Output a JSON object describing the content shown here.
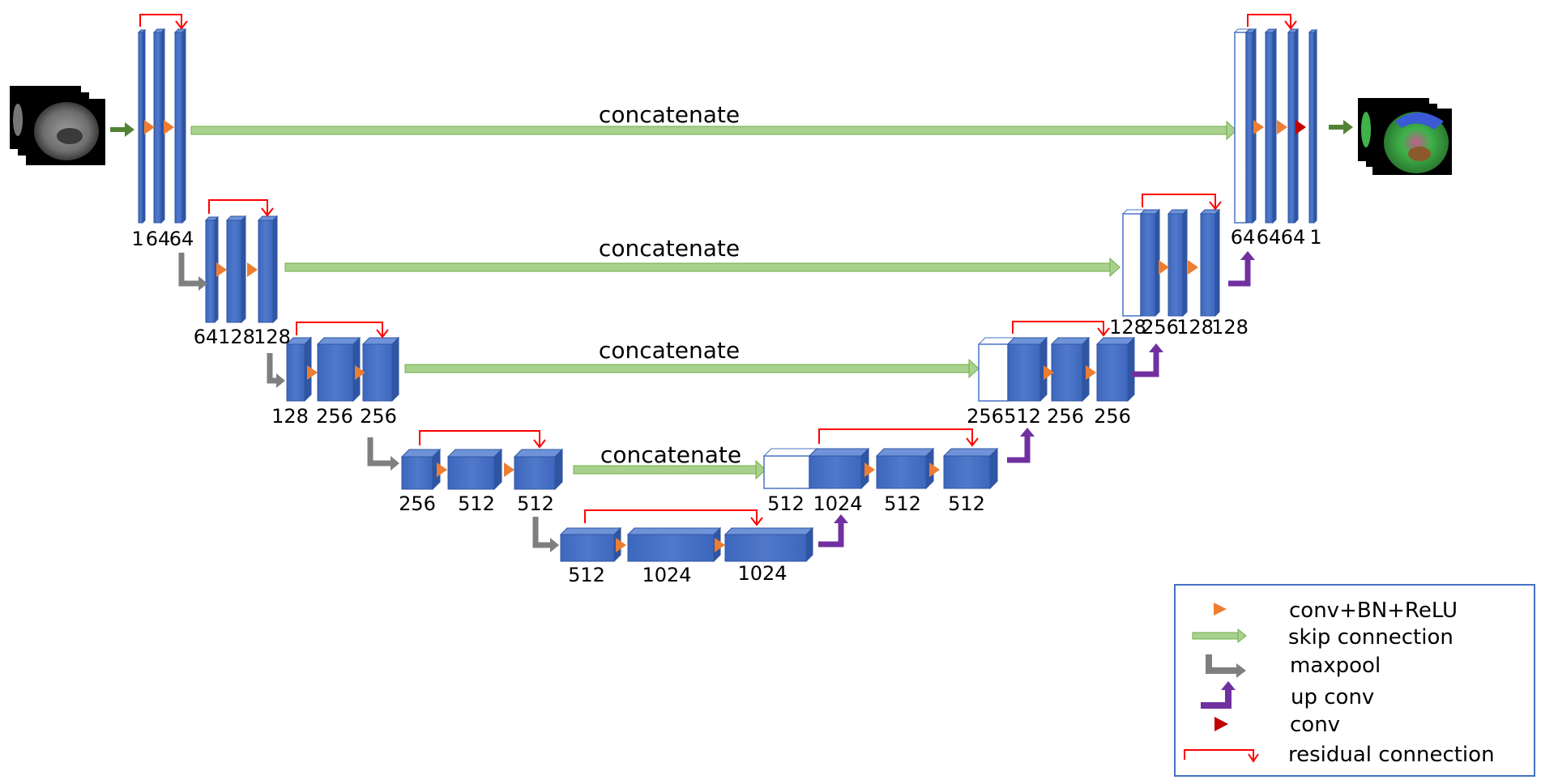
{
  "diagram": {
    "skip_label": "concatenate",
    "encoder_labels": {
      "level1": [
        "1",
        "64",
        "64"
      ],
      "level2": [
        "64",
        "128",
        "128"
      ],
      "level3": [
        "128",
        "256",
        "256"
      ],
      "level4": [
        "256",
        "512",
        "512"
      ],
      "bottleneck": [
        "512",
        "1024",
        "1024"
      ]
    },
    "decoder_labels": {
      "level4": [
        "512",
        "1024",
        "512",
        "512"
      ],
      "level3": [
        "256",
        "512",
        "256",
        "256"
      ],
      "level2": [
        "128",
        "256",
        "128",
        "128"
      ],
      "level1": [
        "64",
        "64",
        "64",
        "1"
      ]
    }
  },
  "legend": {
    "items": [
      {
        "icon": "orange-triangle",
        "label": "conv+BN+ReLU"
      },
      {
        "icon": "green-arrow",
        "label": "skip connection"
      },
      {
        "icon": "gray-elbow-arrow",
        "label": "maxpool"
      },
      {
        "icon": "purple-elbow-arrow",
        "label": "up conv"
      },
      {
        "icon": "red-triangle",
        "label": "conv"
      },
      {
        "icon": "red-bracket-arrow",
        "label": "residual connection"
      }
    ]
  },
  "colors": {
    "block_front": "#4a72c4",
    "block_top": "#6f93d8",
    "block_side": "#2f55a3",
    "conv_bn_relu": "#ed7d31",
    "skip": "#a9d18e",
    "skip_stroke": "#70ad47",
    "maxpool": "#7f7f7f",
    "upconv": "#7030a0",
    "conv": "#c00000",
    "residual": "#ff0000",
    "io_arrow": "#548235",
    "legend_border": "#4472c4"
  }
}
